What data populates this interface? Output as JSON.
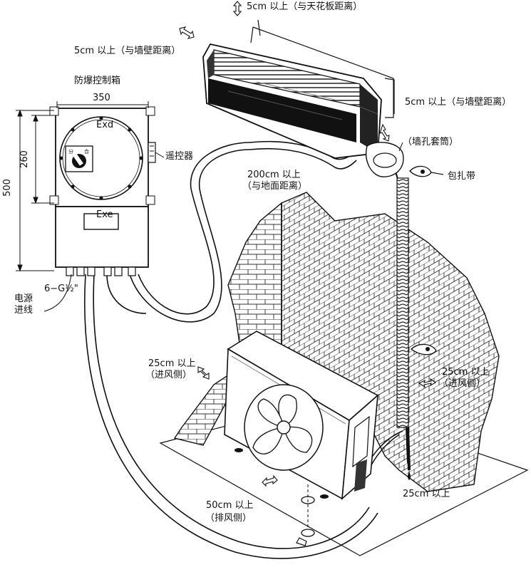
{
  "labels": {
    "ceiling_clearance": "5cm 以上（与天花板距离）",
    "wall_clearance_left": "5cm 以上（与墙壁距离）",
    "wall_clearance_right": "5cm 以上（与墙壁距离）",
    "wall_sleeve": "（墙孔套筒）",
    "strap": "包扎带",
    "remote": "遥控器",
    "box_title": "防爆控制箱",
    "exd": "Exd",
    "exe": "Exe",
    "switch_left": "分",
    "switch_right": "合",
    "power_in_1": "电源",
    "power_in_2": "进线",
    "gland_spec": "6−G½\"",
    "ground_clear_1": "200cm 以上",
    "ground_clear_2": "（与地面距离）",
    "intake_left_1": "25cm 以上",
    "intake_left_2": "（进风侧）",
    "intake_right_1": "25cm 以上",
    "intake_right_2": "（进风侧）",
    "exhaust_1": "50cm 以上",
    "exhaust_2": "（排风侧）",
    "bottom_clear": "25cm 以上"
  },
  "dimensions": {
    "width": "350",
    "height_total": "500",
    "height_upper": "260"
  },
  "colors": {
    "line": "#111111",
    "fill": "#ffffff",
    "unit_dark": "#222222"
  },
  "icons": [
    "double-arrow-icon",
    "fan-icon",
    "rotary-switch-icon"
  ]
}
